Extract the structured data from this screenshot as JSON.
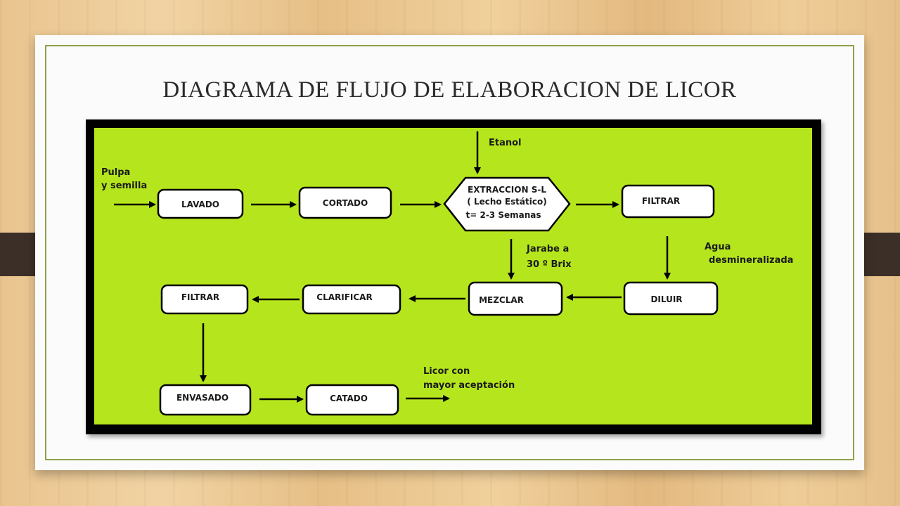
{
  "slide": {
    "title": "DIAGRAMA DE FLUJO DE ELABORACION DE LICOR"
  },
  "diagram": {
    "nodes": {
      "lavado": "LAVADO",
      "cortado": "CORTADO",
      "extraccion_line1": "EXTRACCION S-L",
      "extraccion_line2": "( Lecho Estático)",
      "extraccion_line3": "t= 2-3 Semanas",
      "filtrar_top": "FILTRAR",
      "diluir": "DILUIR",
      "mezclar": "MEZCLAR",
      "clarificar": "CLARIFICAR",
      "filtrar_left": "FILTRAR",
      "envasado": "ENVASADO",
      "catado": "CATADO"
    },
    "inputs": {
      "pulpa_line1": "Pulpa",
      "pulpa_line2": "y semilla",
      "etanol": "Etanol",
      "jarabe_line1": "Jarabe a",
      "jarabe_line2": "30 º Brix",
      "agua_line1": "Agua",
      "agua_line2": "desmineralizada"
    },
    "output": {
      "line1": "Licor con",
      "line2": "mayor aceptación"
    },
    "colors": {
      "background": "#b5e61d",
      "frame": "#000000",
      "box_fill": "#ffffff"
    }
  }
}
